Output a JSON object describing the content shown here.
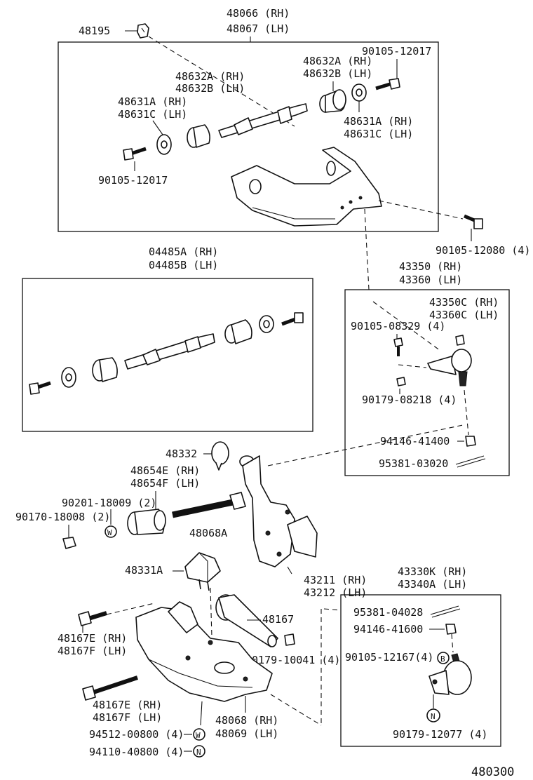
{
  "diagram_code": "480300",
  "upper_arm": {
    "label_rh": "48066 (RH)",
    "label_lh": "48067 (LH)",
    "retainer": "48195",
    "bolt_upper_right": "90105-12017",
    "bushing_rear_rh": "48632A (RH)",
    "bushing_rear_lh": "48632B (LH)",
    "bushing_mid_rh": "48632A (RH)",
    "bushing_mid_lh": "48632B (LH)",
    "washer_front_rh": "48631A (RH)",
    "washer_front_lh": "48631C (LH)",
    "washer_rear_rh": "48631A (RH)",
    "washer_rear_lh": "48631C (LH)",
    "bolt_front": "90105-12017",
    "bolt_balljoint": "90105-12080 (4)"
  },
  "shaft_kit": {
    "label_rh": "04485A (RH)",
    "label_lh": "04485B (LH)"
  },
  "upper_ball_joint": {
    "label_rh": "43350 (RH)",
    "label_lh": "43360 (LH)",
    "joint_rh": "43350C (RH)",
    "joint_lh": "43360C (LH)",
    "bolt": "90105-08329 (4)",
    "nut": "90179-08218 (4)",
    "castle_nut": "94146-41400",
    "cotter_pin": "95381-03020"
  },
  "lower_arm_parts": {
    "bumper_stopper": "48332",
    "bushing_rh": "48654E (RH)",
    "bushing_lh": "48654F (LH)",
    "washer": "90201-18009 (2)",
    "nut": "90170-18008 (2)",
    "bolt_shaft": "48068A",
    "bumper": "48331A",
    "knuckle_rh": "43211 (RH)",
    "knuckle_lh": "43212 (LH)",
    "strut_rod": "48167",
    "strut_nut": "90179-10041 (4)",
    "bolt_a_rh": "48167E (RH)",
    "bolt_a_lh": "48167F (LH)",
    "bolt_b_rh": "48167E (RH)",
    "bolt_b_lh": "48167F (LH)",
    "arm_rh": "48068 (RH)",
    "arm_lh": "48069 (LH)",
    "washer_w": "94512-00800 (4)",
    "nut_n": "94110-40800 (4)",
    "marker_w": "W",
    "marker_n": "N"
  },
  "lower_ball_joint": {
    "label_rh": "43330K (RH)",
    "label_lh": "43340A (LH)",
    "cotter_pin": "95381-04028",
    "castle_nut": "94146-41600",
    "bolt": "90105-12167(4)",
    "nut": "90179-12077 (4)",
    "marker_b": "B",
    "marker_n": "N"
  }
}
